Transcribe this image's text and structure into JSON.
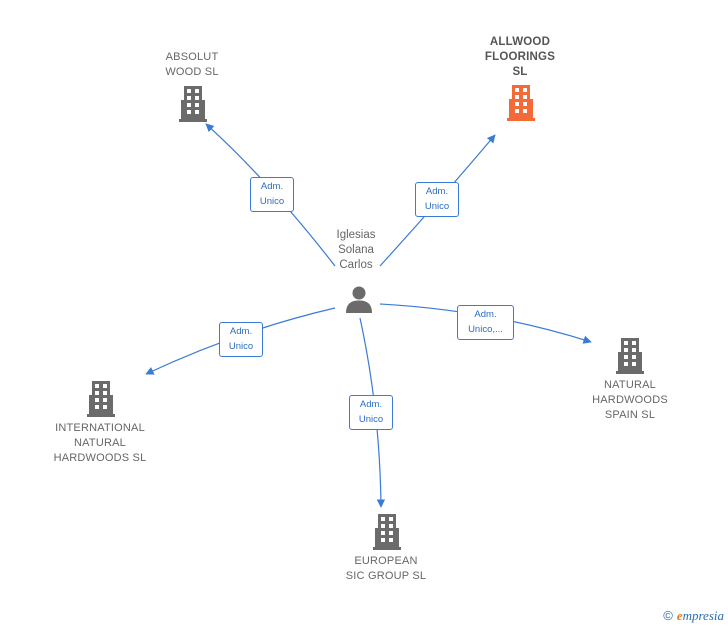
{
  "person": {
    "name": "Iglesias\nSolana\nCarlos"
  },
  "companies": {
    "absolut": {
      "name": "ABSOLUT\nWOOD  SL"
    },
    "allwood": {
      "name": "ALLWOOD\nFLOORINGS\nSL"
    },
    "international": {
      "name": "INTERNATIONAL\nNATURAL\nHARDWOODS SL"
    },
    "european": {
      "name": "EUROPEAN\nSIC GROUP SL"
    },
    "natural": {
      "name": "NATURAL\nHARDWOODS\nSPAIN SL"
    }
  },
  "relations": {
    "absolut": "Adm.\nUnico",
    "allwood": "Adm.\nUnico",
    "international": "Adm.\nUnico",
    "european": "Adm.\nUnico",
    "natural": "Adm.\nUnico,..."
  },
  "colors": {
    "edge": "#3a7bd5",
    "building_default": "#6b6b6b",
    "building_focus": "#f26a38",
    "person_icon": "#6b6b6b"
  },
  "footer": {
    "copyright_symbol": "©",
    "brand_initial": "e",
    "brand_rest": "mpresia"
  }
}
